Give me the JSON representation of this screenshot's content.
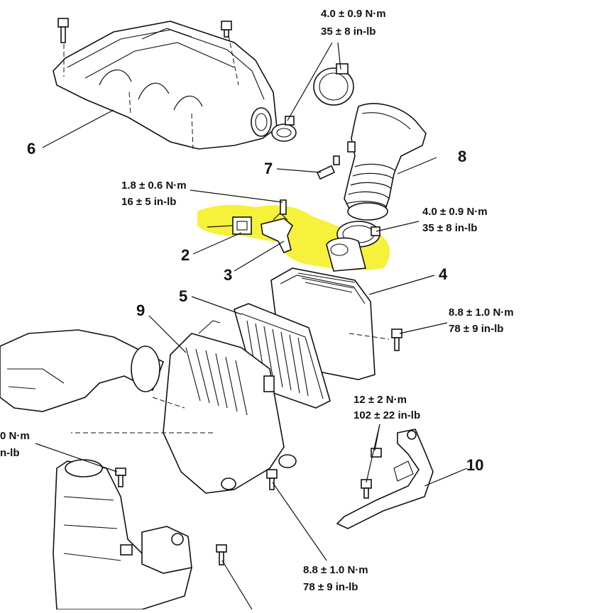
{
  "diagram": {
    "highlight_color": "#f5f02a",
    "line_color": "#111111",
    "callouts": [
      "6",
      "7",
      "8",
      "2",
      "3",
      "4",
      "5",
      "9",
      "10"
    ],
    "torque_specs": [
      {
        "nm": "4.0 ± 0.9 N·m",
        "inlb": "35 ± 8 in-lb"
      },
      {
        "nm": "1.8 ± 0.6 N·m",
        "inlb": "16 ± 5 in-lb"
      },
      {
        "nm": "4.0 ± 0.9 N·m",
        "inlb": "35 ± 8 in-lb"
      },
      {
        "nm": "8.8 ± 1.0 N·m",
        "inlb": "78 ± 9 in-lb"
      },
      {
        "nm": "12 ± 2 N·m",
        "inlb": "102 ± 22 in-lb"
      },
      {
        "nm": "0 N·m",
        "inlb": "n-lb"
      },
      {
        "nm": "8.8 ± 1.0 N·m",
        "inlb": "78 ± 9 in-lb"
      }
    ]
  }
}
